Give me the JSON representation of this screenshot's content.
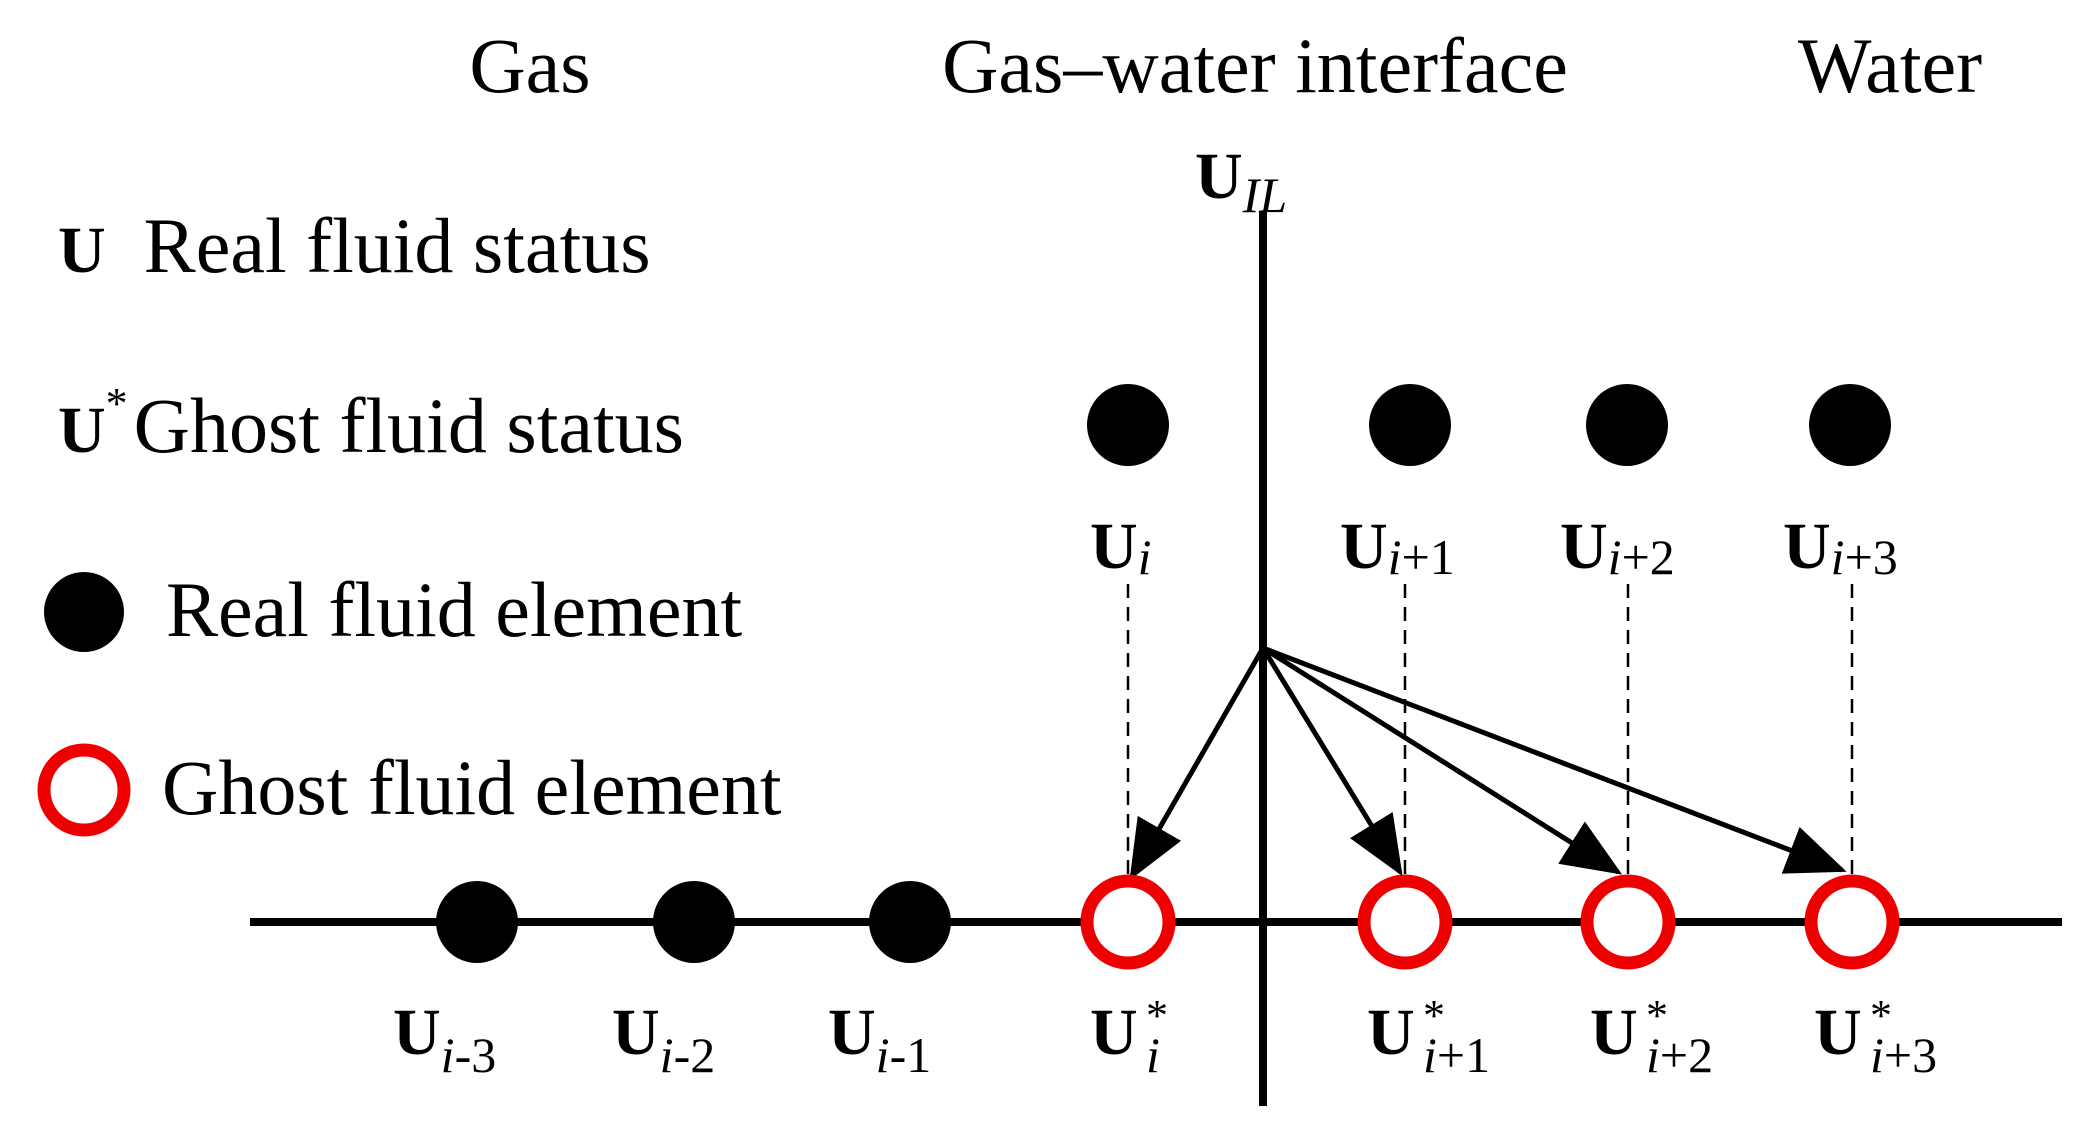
{
  "regions": {
    "gas": "Gas",
    "interface": "Gas–water interface",
    "water": "Water"
  },
  "interface_label": {
    "main": "U",
    "sub": "IL"
  },
  "legend": {
    "real_status_symbol": "U",
    "real_status_text": "Real fluid status",
    "ghost_status_symbol": "U",
    "ghost_status_star": "*",
    "ghost_status_text": "Ghost fluid status",
    "real_element_text": "Real fluid element",
    "ghost_element_text": "Ghost fluid element"
  },
  "upper_labels": [
    {
      "main": "U",
      "sub_i": "i",
      "sub_n": ""
    },
    {
      "main": "U",
      "sub_i": "i",
      "sub_n": "+1"
    },
    {
      "main": "U",
      "sub_i": "i",
      "sub_n": "+2"
    },
    {
      "main": "U",
      "sub_i": "i",
      "sub_n": "+3"
    }
  ],
  "lower_labels": [
    {
      "main": "U",
      "sub_i": "i",
      "sub_n": "-3",
      "star": ""
    },
    {
      "main": "U",
      "sub_i": "i",
      "sub_n": "-2",
      "star": ""
    },
    {
      "main": "U",
      "sub_i": "i",
      "sub_n": "-1",
      "star": ""
    },
    {
      "main": "U",
      "sub_i": "i",
      "sub_n": "",
      "star": "*"
    },
    {
      "main": "U",
      "sub_i": "i",
      "sub_n": "+1",
      "star": "*"
    },
    {
      "main": "U",
      "sub_i": "i",
      "sub_n": "+2",
      "star": "*"
    },
    {
      "main": "U",
      "sub_i": "i",
      "sub_n": "+3",
      "star": "*"
    }
  ],
  "colors": {
    "line": "#000000",
    "real_fill": "#000000",
    "ghost_stroke": "#ee0000"
  }
}
